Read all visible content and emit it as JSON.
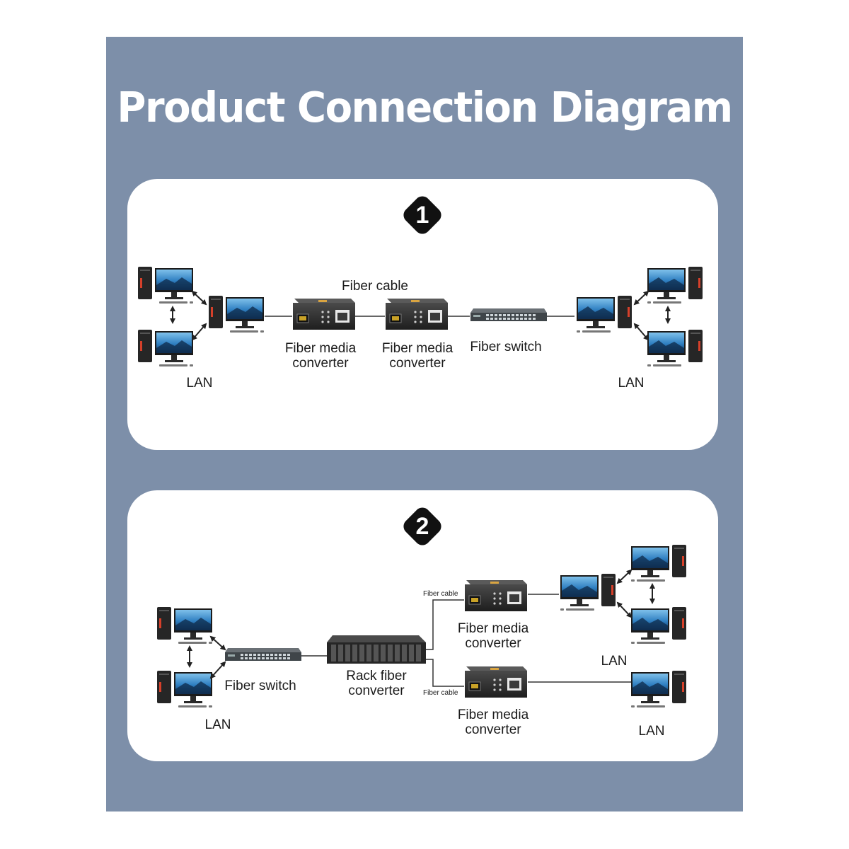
{
  "title": "Product Connection Diagram",
  "diagram1": {
    "step": "1",
    "fiber_cable": "Fiber cable",
    "converter_a": "Fiber media converter",
    "converter_b": "Fiber media converter",
    "switch": "Fiber switch",
    "lan_left": "LAN",
    "lan_right": "LAN"
  },
  "diagram2": {
    "step": "2",
    "switch": "Fiber switch",
    "rack": "Rack fiber converter",
    "fiber_cable_top": "Fiber cable",
    "fiber_cable_bottom": "Fiber cable",
    "converter_top": "Fiber media converter",
    "converter_bottom": "Fiber media converter",
    "lan_left": "LAN",
    "lan_top_right": "LAN",
    "lan_bottom_right": "LAN"
  },
  "colors": {
    "poster_background": "#7d8fa9",
    "panel": "#ffffff",
    "device_body": "#2b2b2b",
    "screen_blue": "#2f7fc1",
    "tower_accent": "#d6402a"
  }
}
